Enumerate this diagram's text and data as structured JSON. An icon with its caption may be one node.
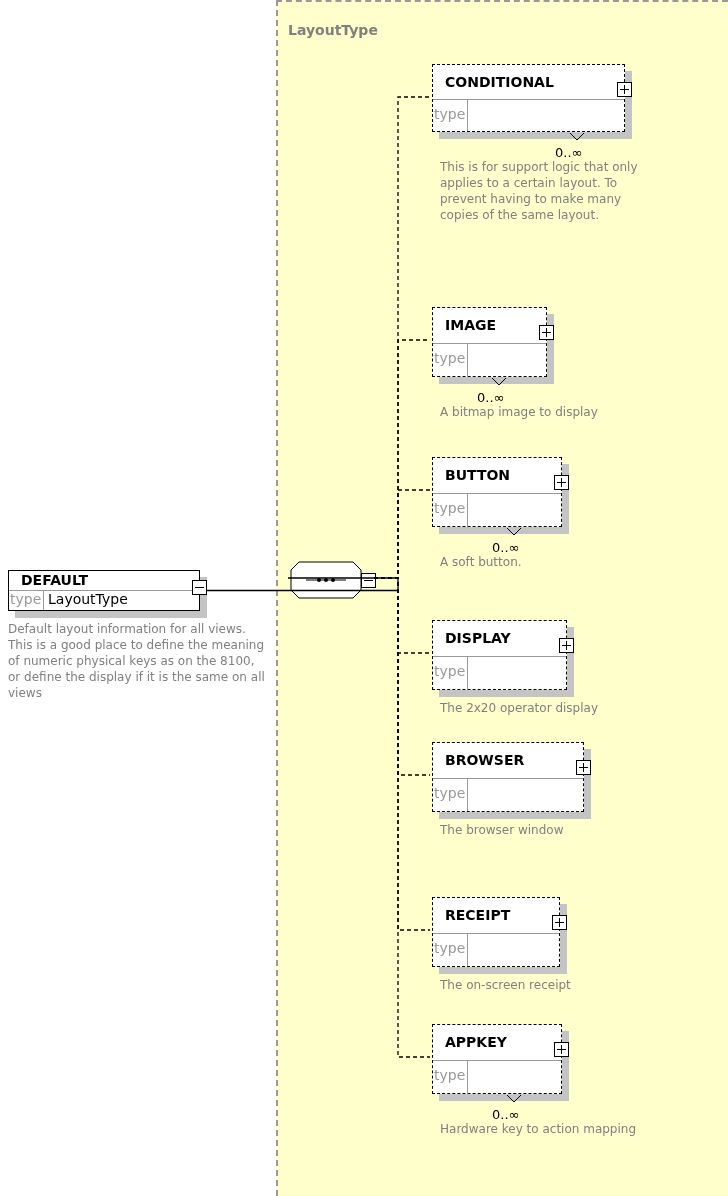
{
  "diagram": {
    "nodes": [
      {
        "text": [
          "LayoutType"
        ]
      },
      {
        "text": [
          "DEFAULT",
          "type",
          "LayoutType"
        ],
        "beside": [
          "Default layout information for all views. This is a good place to define the meaning of numeric physical keys as on the 8100, or define the display if it is the same on all views"
        ]
      },
      {
        "text": [],
        "shape": "octagon",
        "in": 0
      },
      {
        "text": [
          "CONDITIONAL",
          "type"
        ],
        "in": 0,
        "beside": [
          "0..∞",
          "This is for support logic that only applies to a certain layout. To prevent having to make many copies of the same layout."
        ]
      },
      {
        "text": [
          "IMAGE",
          "type"
        ],
        "in": 0,
        "beside": [
          "0..∞",
          "A bitmap image to display"
        ]
      },
      {
        "text": [
          "BUTTON",
          "type"
        ],
        "in": 0,
        "beside": [
          "0..∞",
          "A soft button."
        ]
      },
      {
        "text": [
          "DISPLAY",
          "type"
        ],
        "in": 0,
        "beside": [
          "The 2x20 operator display"
        ]
      },
      {
        "text": [
          "BROWSER",
          "type"
        ],
        "in": 0,
        "beside": [
          "The browser window"
        ]
      },
      {
        "text": [
          "RECEIPT",
          "type"
        ],
        "in": 0,
        "beside": [
          "The on-screen receipt"
        ]
      },
      {
        "text": [
          "APPKEY",
          "type"
        ],
        "in": 0,
        "beside": [
          "0..∞",
          "Hardware key to action mapping"
        ]
      }
    ],
    "edges": [
      {
        "from": 1,
        "to": 2,
        "arrow": "none"
      },
      {
        "from": 2,
        "to": 3,
        "arrow": "none",
        "style": "dashed"
      },
      {
        "from": 2,
        "to": 4,
        "arrow": "none",
        "style": "dashed"
      },
      {
        "from": 2,
        "to": 5,
        "arrow": "none",
        "style": "dashed"
      },
      {
        "from": 2,
        "to": 6,
        "arrow": "none",
        "style": "dashed"
      },
      {
        "from": 2,
        "to": 7,
        "arrow": "none",
        "style": "dashed"
      },
      {
        "from": 2,
        "to": 8,
        "arrow": "none",
        "style": "dashed"
      },
      {
        "from": 2,
        "to": 9,
        "arrow": "none",
        "style": "dashed"
      }
    ]
  }
}
